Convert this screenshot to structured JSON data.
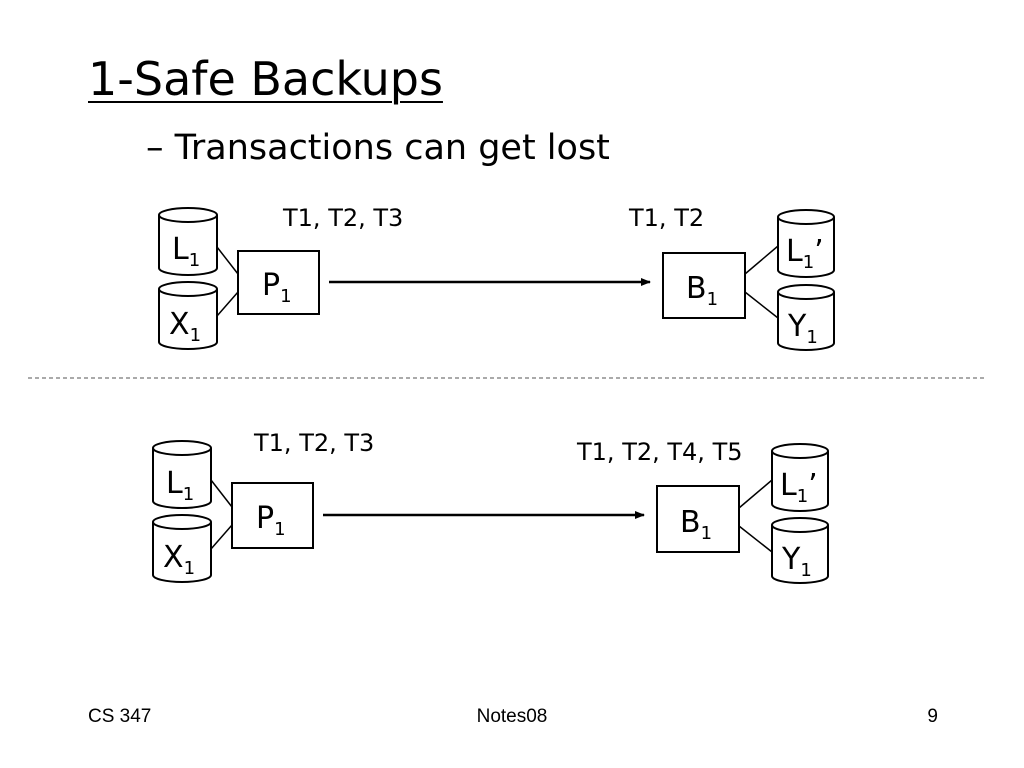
{
  "slide": {
    "title": "1-Safe Backups",
    "bullet": "– Transactions can get lost"
  },
  "diagrams": [
    {
      "primary_label": "P",
      "primary_sub": "1",
      "backup_label": "B",
      "backup_sub": "1",
      "primary_log": {
        "label": "L",
        "sub": "1",
        "prime": ""
      },
      "primary_db": {
        "label": "X",
        "sub": "1",
        "prime": ""
      },
      "backup_log": {
        "label": "L",
        "sub": "1",
        "prime": "’"
      },
      "backup_db": {
        "label": "Y",
        "sub": "1",
        "prime": ""
      },
      "primary_transactions": "T1, T2, T3",
      "backup_transactions": "T1, T2"
    },
    {
      "primary_label": "P",
      "primary_sub": "1",
      "backup_label": "B",
      "backup_sub": "1",
      "primary_log": {
        "label": "L",
        "sub": "1",
        "prime": ""
      },
      "primary_db": {
        "label": "X",
        "sub": "1",
        "prime": ""
      },
      "backup_log": {
        "label": "L",
        "sub": "1",
        "prime": "’"
      },
      "backup_db": {
        "label": "Y",
        "sub": "1",
        "prime": ""
      },
      "primary_transactions": "T1, T2, T3",
      "backup_transactions": "T1, T2, T4, T5"
    }
  ],
  "footer": {
    "course": "CS 347",
    "notes": "Notes08",
    "page": "9"
  }
}
